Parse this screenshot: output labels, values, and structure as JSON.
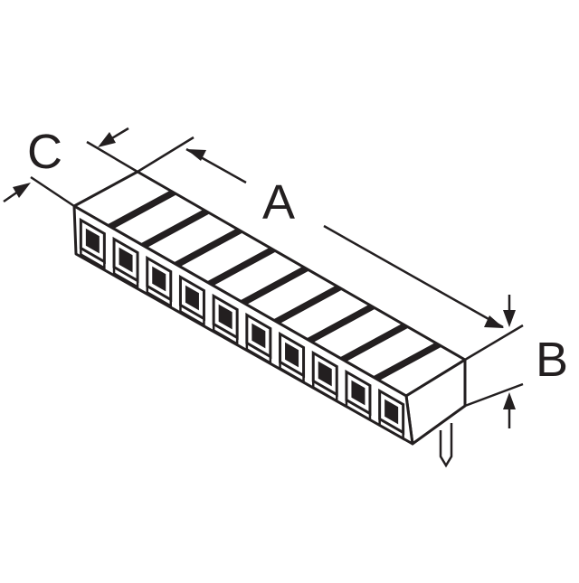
{
  "dimension_labels": {
    "a": "A",
    "b": "B",
    "c": "C"
  },
  "connector": {
    "positions": 10
  },
  "colors": {
    "stroke": "#231f20",
    "fill": "#ffffff"
  }
}
